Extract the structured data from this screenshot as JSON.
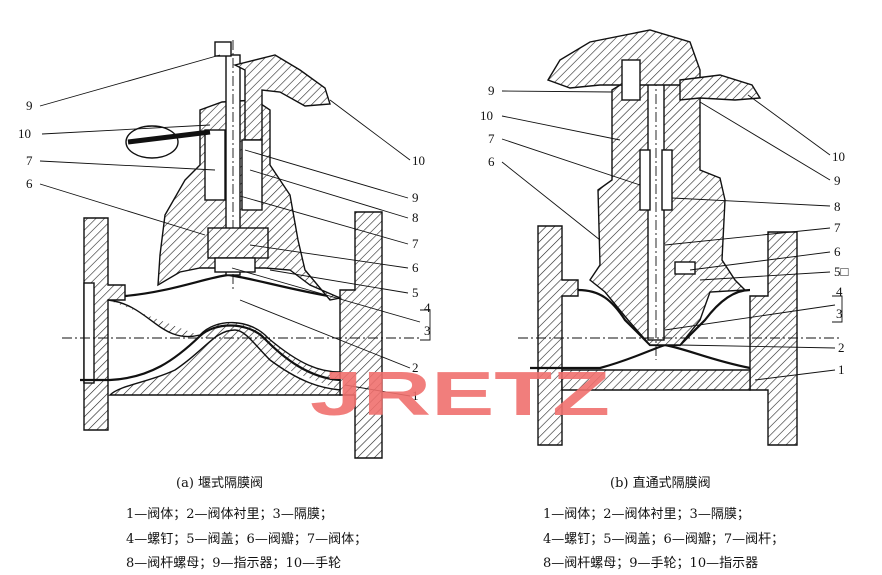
{
  "diagram_a": {
    "caption": "(a) 堰式隔膜阀",
    "labels_left": [
      "9",
      "10",
      "7",
      "6"
    ],
    "labels_right": [
      "10",
      "9",
      "8",
      "7",
      "6",
      "5",
      "4",
      "3",
      "2",
      "1"
    ],
    "legend": [
      "1—阀体；2—阀体衬里；3—隔膜；",
      "4—螺钉；5—阀盖；6—阀瓣；7—阀体；",
      "8—阀杆螺母；9—指示器；10—手轮"
    ]
  },
  "diagram_b": {
    "caption": "(b) 直通式隔膜阀",
    "labels_left": [
      "9",
      "10",
      "7",
      "6"
    ],
    "labels_right": [
      "10",
      "9",
      "8",
      "7",
      "6",
      "5□",
      "4",
      "3",
      "2",
      "1"
    ],
    "legend": [
      "1—阀体；2—阀体衬里；3—隔膜；",
      "4—螺钉；5—阀盖；6—阀瓣；7—阀杆；",
      "8—阀杆螺母；9—手轮；10—指示器"
    ]
  },
  "watermark": {
    "text": "JRETZ",
    "color": "#f0706e"
  }
}
